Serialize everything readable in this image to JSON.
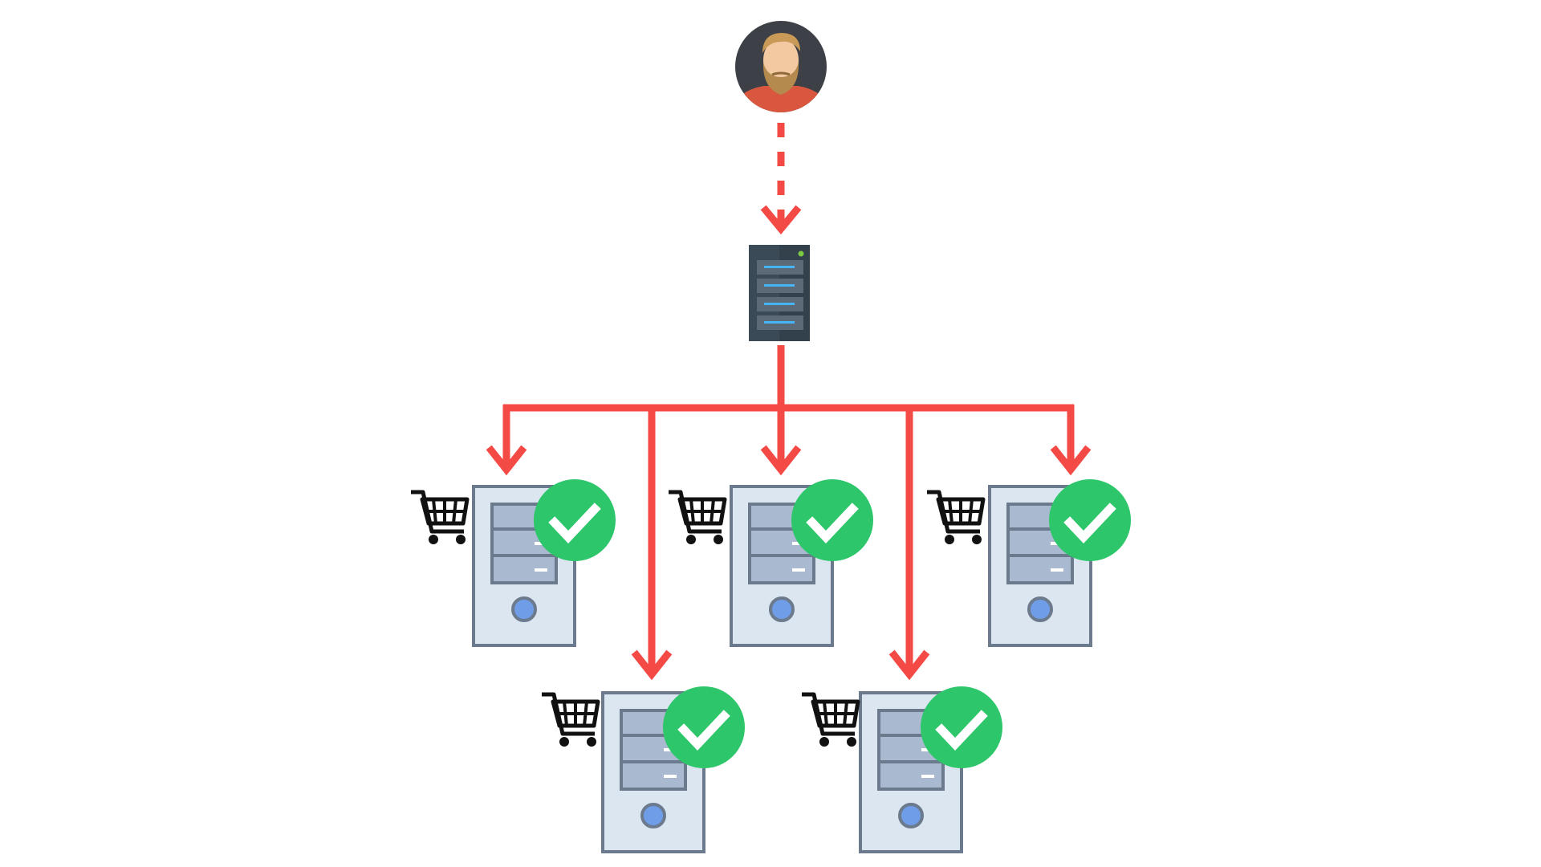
{
  "diagram": {
    "user": {
      "icon": "user-avatar-icon"
    },
    "load_balancer": {
      "icon": "rack-server-icon",
      "status_light": "#7ac943"
    },
    "connection_colors": {
      "request": "#f44a46"
    },
    "backend_servers": [
      {
        "id": "server-1",
        "icon": "tower-server-icon",
        "cart_icon": "shopping-cart-icon",
        "status_icon": "checkmark-icon",
        "status": "healthy"
      },
      {
        "id": "server-2",
        "icon": "tower-server-icon",
        "cart_icon": "shopping-cart-icon",
        "status_icon": "checkmark-icon",
        "status": "healthy"
      },
      {
        "id": "server-3",
        "icon": "tower-server-icon",
        "cart_icon": "shopping-cart-icon",
        "status_icon": "checkmark-icon",
        "status": "healthy"
      },
      {
        "id": "server-4",
        "icon": "tower-server-icon",
        "cart_icon": "shopping-cart-icon",
        "status_icon": "checkmark-icon",
        "status": "healthy"
      },
      {
        "id": "server-5",
        "icon": "tower-server-icon",
        "cart_icon": "shopping-cart-icon",
        "status_icon": "checkmark-icon",
        "status": "healthy"
      }
    ],
    "colors": {
      "check_badge": "#2dc66a",
      "server_body": "#dce6f0",
      "server_border": "#6b7a8c",
      "server_power": "#6f9de8"
    }
  }
}
